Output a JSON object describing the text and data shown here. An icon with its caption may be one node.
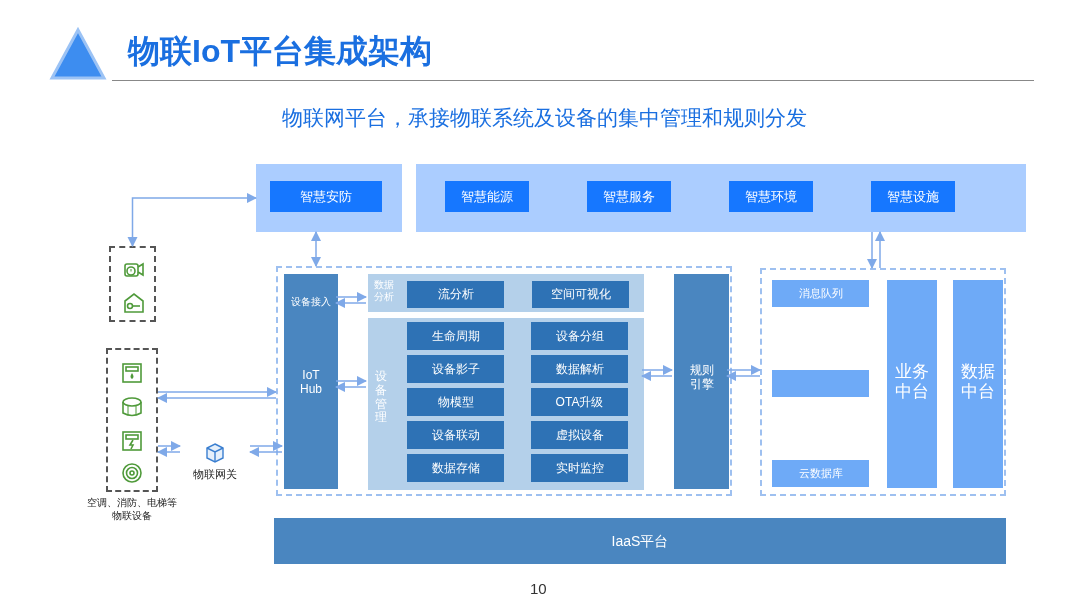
{
  "diagram": {
    "title": "物联IoT平台集成架构",
    "nodes": [
      {
        "text": [],
        "shape": "box"
      },
      {
        "text": [
          "智慧安防"
        ],
        "in": 0
      },
      {
        "text": [],
        "shape": "box"
      },
      {
        "text": [
          "智慧能源"
        ],
        "in": 2
      },
      {
        "text": [
          "智慧服务"
        ],
        "in": 2
      },
      {
        "text": [
          "智慧环境"
        ],
        "in": 2
      },
      {
        "text": [
          "智慧设施"
        ],
        "in": 2
      },
      {
        "text": [],
        "shape": "box"
      },
      {
        "text": [],
        "shape": "box",
        "beside": [
          "空调、消防、电梯等物联设备"
        ]
      },
      {
        "text": [
          "物联网关"
        ]
      },
      {
        "text": [],
        "shape": "box"
      },
      {
        "text": [
          "设备接入",
          "IoT Hub"
        ],
        "in": 10
      },
      {
        "text": [
          "数据分析"
        ],
        "in": 10
      },
      {
        "text": [
          "流分析"
        ],
        "in": 12
      },
      {
        "text": [
          "空间可视化"
        ],
        "in": 12
      },
      {
        "text": [
          "设备管理"
        ],
        "in": 10
      },
      {
        "text": [
          "生命周期"
        ],
        "in": 15
      },
      {
        "text": [
          "设备分组"
        ],
        "in": 15
      },
      {
        "text": [
          "设备影子"
        ],
        "in": 15
      },
      {
        "text": [
          "数据解析"
        ],
        "in": 15
      },
      {
        "text": [
          "物模型"
        ],
        "in": 15
      },
      {
        "text": [
          "OTA升级"
        ],
        "in": 15
      },
      {
        "text": [
          "设备联动"
        ],
        "in": 15
      },
      {
        "text": [
          "虚拟设备"
        ],
        "in": 15
      },
      {
        "text": [
          "数据存储"
        ],
        "in": 15
      },
      {
        "text": [
          "实时监控"
        ],
        "in": 15
      },
      {
        "text": [
          "规则引擎"
        ],
        "in": 10
      },
      {
        "text": [],
        "shape": "box"
      },
      {
        "text": [
          "消息队列"
        ],
        "in": 27
      },
      {
        "text": [],
        "shape": "box",
        "in": 27
      },
      {
        "text": [
          "云数据库"
        ],
        "in": 27
      },
      {
        "text": [
          "业务中台"
        ],
        "in": 27
      },
      {
        "text": [
          "数据中台"
        ],
        "in": 27
      },
      {
        "text": [
          "IaaS平台"
        ]
      }
    ],
    "edges": [
      {
        "from": 7,
        "to": 0,
        "arrow": "both"
      },
      {
        "from": 0,
        "to": 10,
        "arrow": "both"
      },
      {
        "from": 2,
        "to": 27,
        "arrow": "to"
      },
      {
        "from": 27,
        "to": 2,
        "arrow": "to"
      },
      {
        "from": 11,
        "to": 12,
        "arrow": "to"
      },
      {
        "from": 12,
        "to": 11,
        "arrow": "to"
      },
      {
        "from": 11,
        "to": 15,
        "arrow": "to"
      },
      {
        "from": 15,
        "to": 11,
        "arrow": "to"
      },
      {
        "from": 8,
        "to": 10,
        "arrow": "to"
      },
      {
        "from": 10,
        "to": 8,
        "arrow": "to"
      },
      {
        "from": 8,
        "to": 9,
        "arrow": "to"
      },
      {
        "from": 9,
        "to": 8,
        "arrow": "to"
      },
      {
        "from": 9,
        "to": 11,
        "arrow": "to"
      },
      {
        "from": 11,
        "to": 9,
        "arrow": "to"
      },
      {
        "from": 15,
        "to": 26,
        "arrow": "to"
      },
      {
        "from": 26,
        "to": 15,
        "arrow": "to"
      },
      {
        "from": 26,
        "to": 27,
        "arrow": "to"
      },
      {
        "from": 27,
        "to": 26,
        "arrow": "to"
      }
    ],
    "labels": [
      "物联网平台，承接物联系统及设备的集中管理和规则分发",
      "10"
    ]
  }
}
